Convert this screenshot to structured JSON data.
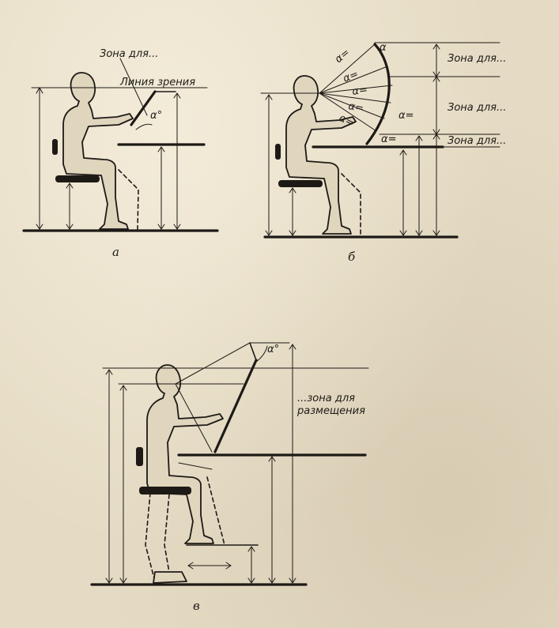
{
  "figure_a": {
    "zone_label": "Зона для...",
    "sight_label": "Линия зрения",
    "angle_label": "α°",
    "caption": "а"
  },
  "figure_b": {
    "zone_top": "Зона для...",
    "zone_mid": "Зона для...",
    "zone_low": "Зона для...",
    "angle_labels": [
      "α=",
      "α=",
      "α=",
      "α=",
      "α=",
      "α=",
      "α="
    ],
    "angle_top": "α",
    "caption": "б"
  },
  "figure_c": {
    "angle_label": "α°",
    "zone_line1": "...зона для",
    "zone_line2": "размещения",
    "caption": "в"
  },
  "colors": {
    "ink": "#1d1a16",
    "paper": "#e5dbc4"
  }
}
